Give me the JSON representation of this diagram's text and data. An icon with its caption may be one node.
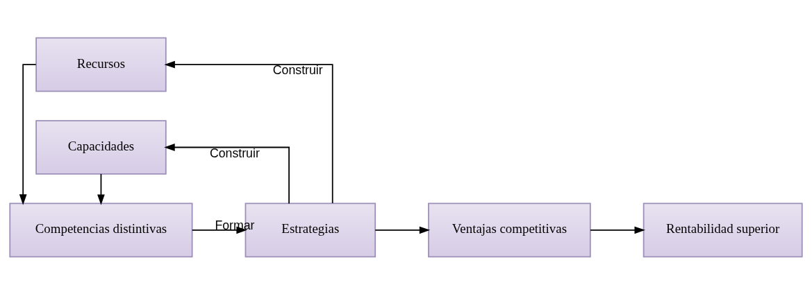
{
  "diagram": {
    "nodes": [
      {
        "text": [
          "Recursos"
        ]
      },
      {
        "text": [
          "Competencias distintivas"
        ]
      },
      {
        "text": [
          "Capacidades"
        ]
      },
      {
        "text": [
          "Estrategias"
        ]
      },
      {
        "text": [
          "Ventajas competitivas"
        ]
      },
      {
        "text": [
          "Rentabilidad superior"
        ]
      }
    ],
    "edges": [
      {
        "from": 3,
        "to": 0,
        "arrow": "to",
        "label": "Construir"
      },
      {
        "from": 0,
        "to": 1,
        "arrow": "to"
      },
      {
        "from": 2,
        "to": 1,
        "arrow": "to"
      },
      {
        "from": 1,
        "to": 3,
        "arrow": "to",
        "label": "Formar"
      },
      {
        "from": 3,
        "to": 2,
        "arrow": "to",
        "label": "Construir"
      },
      {
        "from": 3,
        "to": 4,
        "arrow": "to"
      },
      {
        "from": 4,
        "to": 5,
        "arrow": "to"
      }
    ]
  }
}
